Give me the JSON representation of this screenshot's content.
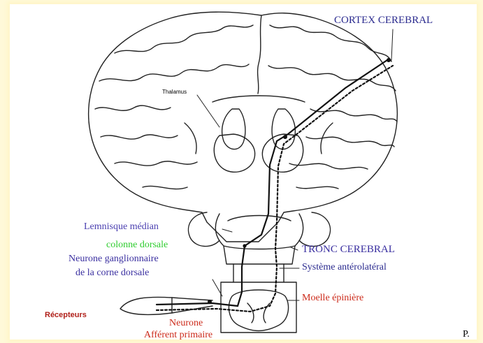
{
  "labels": {
    "cortex": "CORTEX CEREBRAL",
    "thalamus": "Thalamus",
    "lemnisque": "Lemnisque médian",
    "colonne": "colonne dorsale",
    "ganglion_line1": "Neurone ganglionnaire",
    "ganglion_line2": "de la corne dorsale",
    "tronc": "TRONC CEREBRAL",
    "systeme": "Système antérolatéral",
    "moelle": "Moelle épinière",
    "recepteurs": "Récepteurs",
    "neurone": "Neurone",
    "afferent": "Afférent primaire",
    "corner": "P."
  },
  "colors": {
    "background": "#fff9d9",
    "cortex": "#2b2b8f",
    "lemnisque": "#4a3fb0",
    "colonne": "#2ecc2e",
    "ganglion": "#3a2fa0",
    "tronc": "#3a2fa0",
    "systeme": "#2b2b8f",
    "moelle": "#cc2a1a",
    "recepteurs": "#b0201a",
    "neurone": "#cc2a1a"
  }
}
